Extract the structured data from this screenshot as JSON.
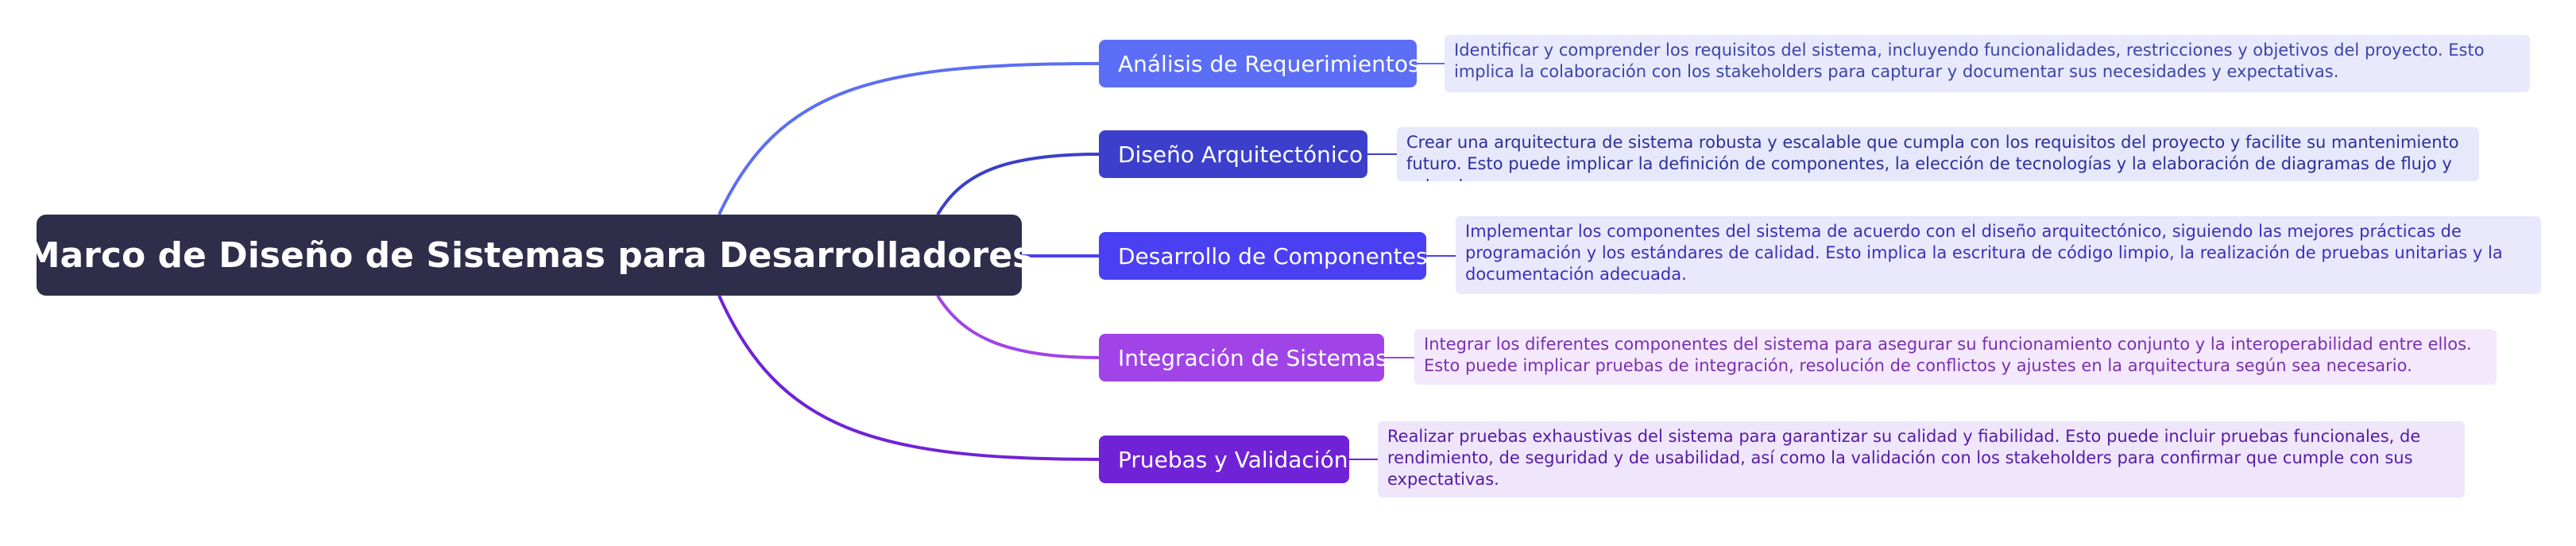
{
  "root": {
    "title": "Marco de Diseño de Sistemas para Desarrolladores",
    "color": "#2e2d4a"
  },
  "branches": [
    {
      "label": "Análisis de Requerimientos",
      "description": "Identificar y comprender los requisitos del sistema, incluyendo funcionalidades, restricciones y objetivos del proyecto. Esto implica la colaboración con los stakeholders para capturar y documentar sus necesidades y expectativas.",
      "color": "#5b6ef5",
      "description_bg": "#e8e9fd",
      "description_text_color": "#3c44a8"
    },
    {
      "label": "Diseño Arquitectónico",
      "description": "Crear una arquitectura de sistema robusta y escalable que cumpla con los requisitos del proyecto y facilite su mantenimiento futuro. Esto puede implicar la definición de componentes, la elección de tecnologías y la elaboración de diagramas de flujo y estructura.",
      "color": "#3b3fcc",
      "description_bg": "#e7e8fb",
      "description_text_color": "#2c2f99"
    },
    {
      "label": "Desarrollo de Componentes",
      "description": "Implementar los componentes del sistema de acuerdo con el diseño arquitectónico, siguiendo las mejores prácticas de programación y los estándares de calidad. Esto implica la escritura de código limpio, la realización de pruebas unitarias y la documentación adecuada.",
      "color": "#4b3ff2",
      "description_bg": "#eae8fd",
      "description_text_color": "#3a2fb8"
    },
    {
      "label": "Integración de Sistemas",
      "description": "Integrar los diferentes componentes del sistema para asegurar su funcionamiento conjunto y la interoperabilidad entre ellos. Esto puede implicar pruebas de integración, resolución de conflictos y ajustes en la arquitectura según sea necesario.",
      "color": "#a044e8",
      "description_bg": "#f4e8fc",
      "description_text_color": "#7a2fb0"
    },
    {
      "label": "Pruebas y Validación",
      "description": "Realizar pruebas exhaustivas del sistema para garantizar su calidad y fiabilidad. Esto puede incluir pruebas funcionales, de rendimiento, de seguridad y de usabilidad, así como la validación con los stakeholders para confirmar que cumple con sus expectativas.",
      "color": "#7022d6",
      "description_bg": "#efe6fb",
      "description_text_color": "#561aa6"
    }
  ]
}
